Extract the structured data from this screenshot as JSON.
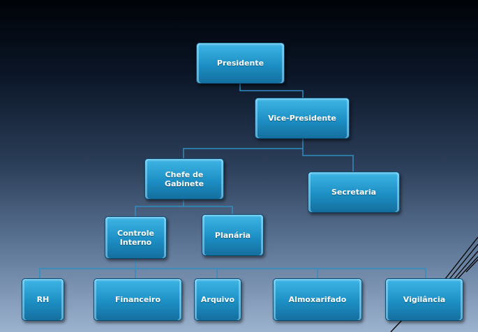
{
  "nodes": {
    "presidente": "Presidente",
    "vice_presidente": "Vice-Presidente",
    "chefe_gabinete": "Chefe de Gabinete",
    "secretaria": "Secretaria",
    "controle_interno": "Controle Interno",
    "planaria": "Planária",
    "rh": "RH",
    "financeiro": "Financeiro",
    "arquivo": "Arquivo",
    "almoxarifado": "Almoxarifado",
    "vigilancia": "Vigilância"
  },
  "colors": {
    "box": "#1d8fc4",
    "connector": "#2a8fc0"
  }
}
